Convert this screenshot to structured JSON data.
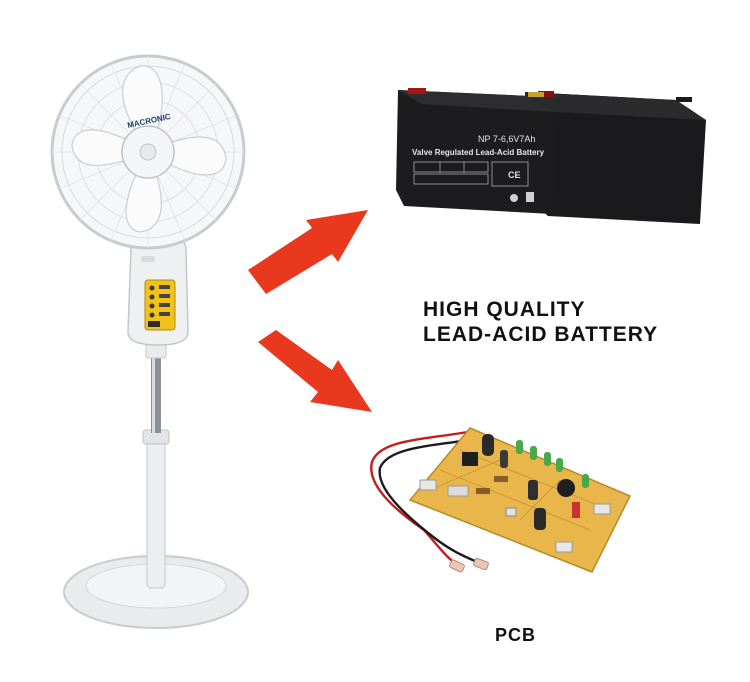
{
  "captions": {
    "battery_line_1": "HIGH QUALITY",
    "battery_line_2": "LEAD-ACID BATTERY",
    "pcb": "PCB"
  },
  "fan": {
    "brand": "MACRONIC"
  },
  "battery": {
    "model": "NP 7-6,6V7Ah",
    "type_label": "Valve Regulated Lead-Acid Battery"
  },
  "colors": {
    "arrow": "#e8391f",
    "fan_body": "#eef0f2",
    "fan_blade": "#f7f8fa",
    "fan_panel": "#f0c21a",
    "battery_case": "#1c1c1e",
    "pcb_board": "#e8b64a"
  }
}
